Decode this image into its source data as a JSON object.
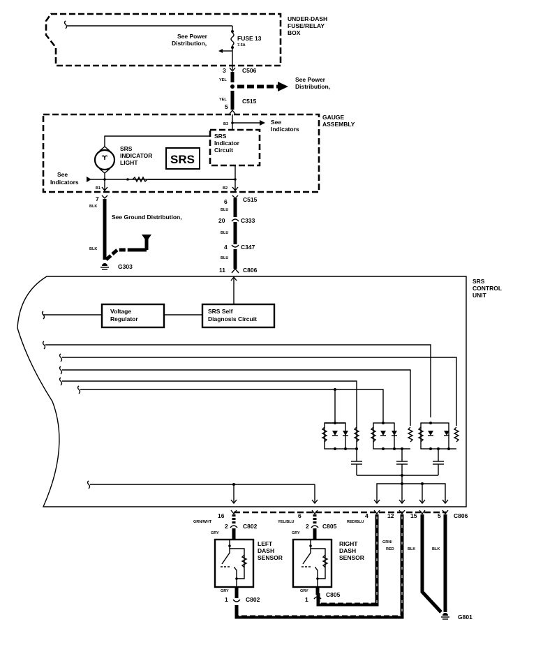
{
  "title": "SRS Wiring Diagram",
  "components": {
    "fuse_box": {
      "label_lines": [
        "UNDER-DASH",
        "FUSE/RELAY",
        "BOX"
      ],
      "fuse": "FUSE 13",
      "rating": "7.5A",
      "see_power": [
        "See Power",
        "Distribution,"
      ]
    },
    "c506": {
      "connector": "C506",
      "pin": "3",
      "wire": "YEL"
    },
    "power_branch": {
      "label_lines": [
        "See Power",
        "Distribution,"
      ]
    },
    "c515_top": {
      "connector": "C515",
      "pin": "5",
      "wire": "YEL"
    },
    "gauge_assembly": {
      "label_lines": [
        "GAUGE",
        "ASSEMBLY"
      ],
      "pin_b3": "B3",
      "see_indicators_right": [
        "See",
        "Indicators"
      ],
      "srs_indicator_circuit": [
        "SRS",
        "Indicator",
        "Circuit"
      ],
      "srs_light_label": [
        "SRS",
        "INDICATOR",
        "LIGHT"
      ],
      "srs_badge": "SRS",
      "see_indicators_left": [
        "See",
        "Indicators"
      ],
      "pin_b1": "B1",
      "pin_b2": "B2"
    },
    "ground_branch": {
      "pin": "7",
      "wire_top": "BLK",
      "wire_bottom": "BLK",
      "see_ground": "See Ground Distribution,",
      "ground": "G303"
    },
    "blu_branch": {
      "c515": {
        "pin": "6",
        "connector": "C515",
        "wire": "BLU"
      },
      "c333": {
        "pin": "20",
        "connector": "C333",
        "wire": "BLU"
      },
      "c347": {
        "pin": "4",
        "connector": "C347",
        "wire": "BLU"
      },
      "c806": {
        "pin": "11",
        "connector": "C806"
      }
    },
    "srs_control_unit": {
      "label_lines": [
        "SRS",
        "CONTROL",
        "UNIT"
      ],
      "voltage_regulator": [
        "Voltage",
        "Regulator"
      ],
      "self_diagnosis": [
        "SRS Self",
        "Diagnosis Circuit"
      ]
    },
    "bottom_connectors": {
      "left": {
        "pin_top": "16",
        "wire_top": "GRN/WHT",
        "pin_mid": "2",
        "wire_mid": "GRY",
        "connector": "C802"
      },
      "right": {
        "pin_top": "6",
        "wire_top": "YEL/BLU",
        "pin_mid": "2",
        "wire_mid": "GRY",
        "connector": "C805"
      },
      "pin4": {
        "pin": "4",
        "wire": "RED/BLU"
      },
      "pin12": {
        "pin": "12",
        "wire_lines": [
          "GRN/",
          "RED"
        ]
      },
      "pin15": {
        "pin": "15",
        "wire": "BLK"
      },
      "pin5": {
        "pin": "5",
        "wire": "BLK"
      },
      "c806": "C806"
    },
    "left_dash_sensor": {
      "label_lines": [
        "LEFT",
        "DASH",
        "SENSOR"
      ],
      "wire": "GRY",
      "pin": "1",
      "connector": "C802"
    },
    "right_dash_sensor": {
      "label_lines": [
        "RIGHT",
        "DASH",
        "SENSOR"
      ],
      "wire": "GRY",
      "pin": "1",
      "connector": "C805"
    },
    "ground_bottom": "G801"
  }
}
